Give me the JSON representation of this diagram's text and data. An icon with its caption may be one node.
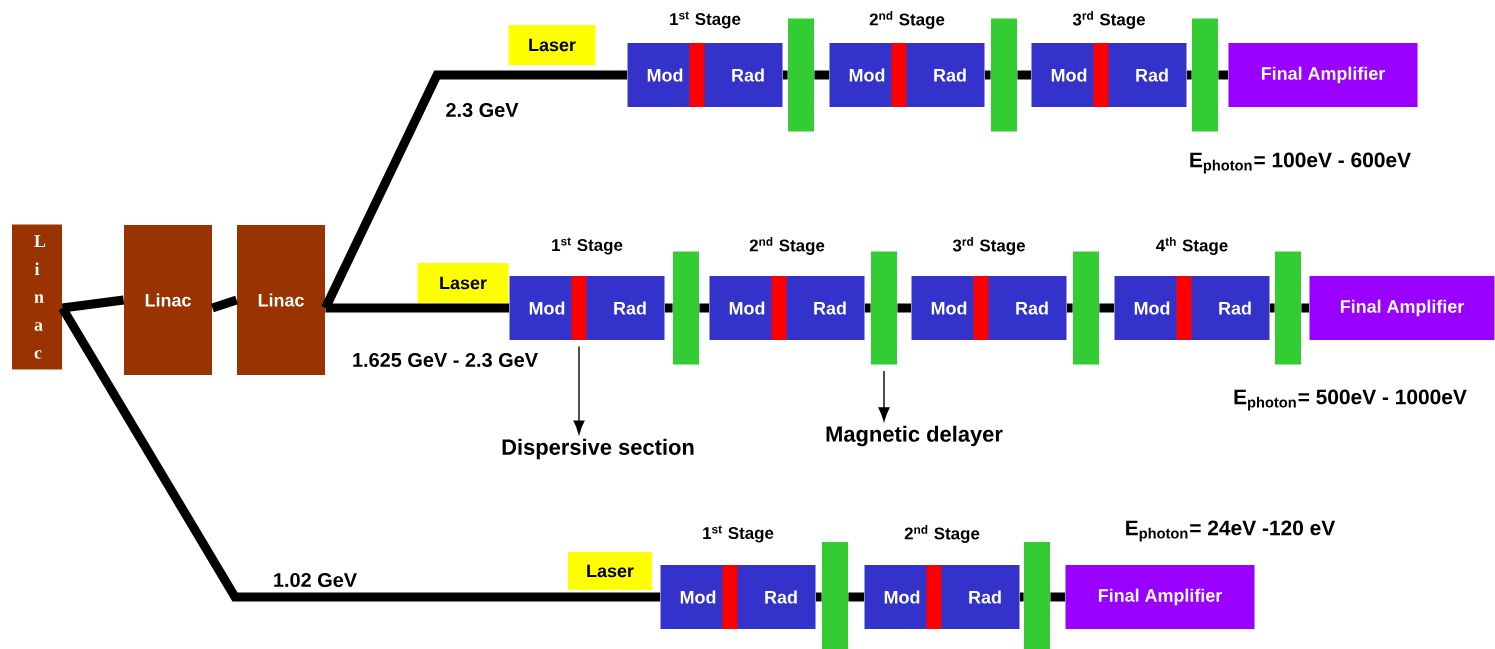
{
  "diagram": {
    "nodes": [
      {
        "text": [
          "L i n a c"
        ]
      },
      {
        "text": [
          "Linac"
        ]
      },
      {
        "text": [
          "Linac"
        ]
      },
      {
        "text": [
          "Laser"
        ]
      },
      {
        "text": [
          "1$^{st}$ Stage",
          "Mod",
          "Rad"
        ]
      },
      {
        "text": [],
        "shape": "bar",
        "in": 4
      },
      {
        "text": [],
        "shape": "bar"
      },
      {
        "text": [
          "2$^{nd}$ Stage",
          "Mod",
          "Rad"
        ]
      },
      {
        "text": [],
        "shape": "bar",
        "in": 7
      },
      {
        "text": [],
        "shape": "bar"
      },
      {
        "text": [
          "3$^{rd}$ Stage",
          "Mod",
          "Rad"
        ]
      },
      {
        "text": [],
        "shape": "bar",
        "in": 10
      },
      {
        "text": [],
        "shape": "bar"
      },
      {
        "text": [
          "Final Amplifier"
        ]
      },
      {
        "text": [
          "Laser"
        ]
      },
      {
        "text": [
          "1$^{st}$ Stage",
          "Mod",
          "Rad"
        ]
      },
      {
        "text": [],
        "shape": "bar",
        "in": 15
      },
      {
        "text": [],
        "shape": "bar"
      },
      {
        "text": [
          "2$^{nd}$ Stage",
          "Mod",
          "Rad"
        ]
      },
      {
        "text": [],
        "shape": "bar",
        "in": 18
      },
      {
        "text": [],
        "shape": "bar"
      },
      {
        "text": [
          "3$^{rd}$ Stage",
          "Mod",
          "Rad"
        ]
      },
      {
        "text": [],
        "shape": "bar",
        "in": 21
      },
      {
        "text": [],
        "shape": "bar"
      },
      {
        "text": [
          "4$^{th}$ Stage",
          "Mod",
          "Rad"
        ]
      },
      {
        "text": [],
        "shape": "bar",
        "in": 24
      },
      {
        "text": [],
        "shape": "bar"
      },
      {
        "text": [
          "Final Amplifier"
        ]
      },
      {
        "text": [
          "Dispersive section"
        ]
      },
      {
        "text": [
          "Magnetic delayer"
        ]
      },
      {
        "text": [
          "Laser"
        ]
      },
      {
        "text": [
          "1$^{st}$ Stage",
          "Mod",
          "Rad"
        ]
      },
      {
        "text": [],
        "shape": "bar",
        "in": 31
      },
      {
        "text": [],
        "shape": "bar"
      },
      {
        "text": [
          "2$^{nd}$ Stage",
          "Mod",
          "Rad"
        ]
      },
      {
        "text": [],
        "shape": "bar",
        "in": 34
      },
      {
        "text": [],
        "shape": "bar"
      },
      {
        "text": [
          "Final Amplifier"
        ]
      }
    ],
    "edges": [
      {
        "from": 0,
        "to": 1,
        "arrow": "none"
      },
      {
        "from": 1,
        "to": 2,
        "arrow": "none"
      },
      {
        "from": 2,
        "to": 4,
        "arrow": "none",
        "label": "2.3 GeV"
      },
      {
        "from": 4,
        "to": 6,
        "arrow": "none"
      },
      {
        "from": 6,
        "to": 7,
        "arrow": "none"
      },
      {
        "from": 7,
        "to": 9,
        "arrow": "none"
      },
      {
        "from": 9,
        "to": 10,
        "arrow": "none"
      },
      {
        "from": 10,
        "to": 12,
        "arrow": "none"
      },
      {
        "from": 12,
        "to": 13,
        "arrow": "none"
      },
      {
        "from": 2,
        "to": 15,
        "arrow": "none",
        "label": "1.625 GeV - 2.3 GeV"
      },
      {
        "from": 15,
        "to": 17,
        "arrow": "none"
      },
      {
        "from": 17,
        "to": 18,
        "arrow": "none"
      },
      {
        "from": 18,
        "to": 20,
        "arrow": "none"
      },
      {
        "from": 20,
        "to": 21,
        "arrow": "none"
      },
      {
        "from": 21,
        "to": 23,
        "arrow": "none"
      },
      {
        "from": 23,
        "to": 24,
        "arrow": "none"
      },
      {
        "from": 24,
        "to": 26,
        "arrow": "none"
      },
      {
        "from": 26,
        "to": 27,
        "arrow": "none"
      },
      {
        "from": 16,
        "to": 28,
        "arrow": "to"
      },
      {
        "from": 20,
        "to": 29,
        "arrow": "to"
      },
      {
        "from": 0,
        "to": 31,
        "arrow": "none",
        "label": "1.02 GeV"
      },
      {
        "from": 31,
        "to": 33,
        "arrow": "none"
      },
      {
        "from": 33,
        "to": 34,
        "arrow": "none"
      },
      {
        "from": 34,
        "to": 36,
        "arrow": "none"
      },
      {
        "from": 36,
        "to": 37,
        "arrow": "none"
      }
    ],
    "labels": [
      "E$_{photon}$= 100eV - 600eV",
      "E$_{photon}$= 500eV - 1000eV",
      "E$_{photon}$= 24eV -120 eV"
    ]
  }
}
